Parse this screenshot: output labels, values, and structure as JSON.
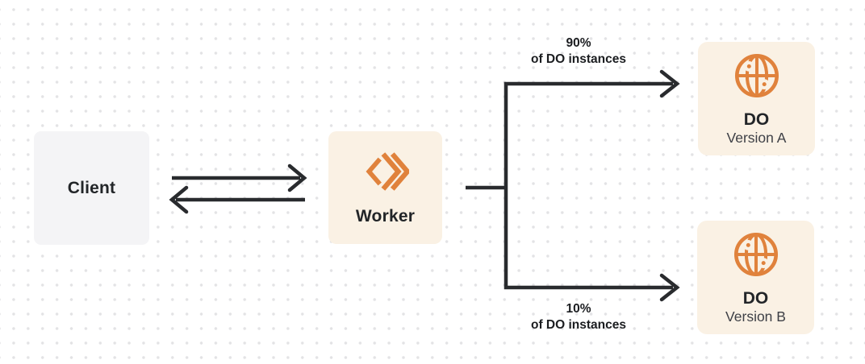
{
  "diagram": {
    "nodes": {
      "client": {
        "label": "Client"
      },
      "worker": {
        "label": "Worker",
        "icon": "cloudflare-workers-icon"
      },
      "do_a": {
        "title": "DO",
        "subtitle": "Version A",
        "icon": "durable-object-globe-icon"
      },
      "do_b": {
        "title": "DO",
        "subtitle": "Version B",
        "icon": "durable-object-globe-icon"
      }
    },
    "edges": {
      "client_to_worker": {
        "type": "arrow-right",
        "label": ""
      },
      "worker_to_client": {
        "type": "arrow-left",
        "label": ""
      },
      "split_top": {
        "percent": "90%",
        "caption": "of DO instances",
        "target": "DO Version A"
      },
      "split_bottom": {
        "percent": "10%",
        "caption": "of DO instances",
        "target": "DO Version B"
      }
    },
    "colors": {
      "accent_orange": "#E0823C",
      "node_cream": "#FAF1E4",
      "node_gray": "#F4F4F6",
      "line_dark": "#292B2E",
      "dot_grid": "#E3E3E5"
    }
  }
}
